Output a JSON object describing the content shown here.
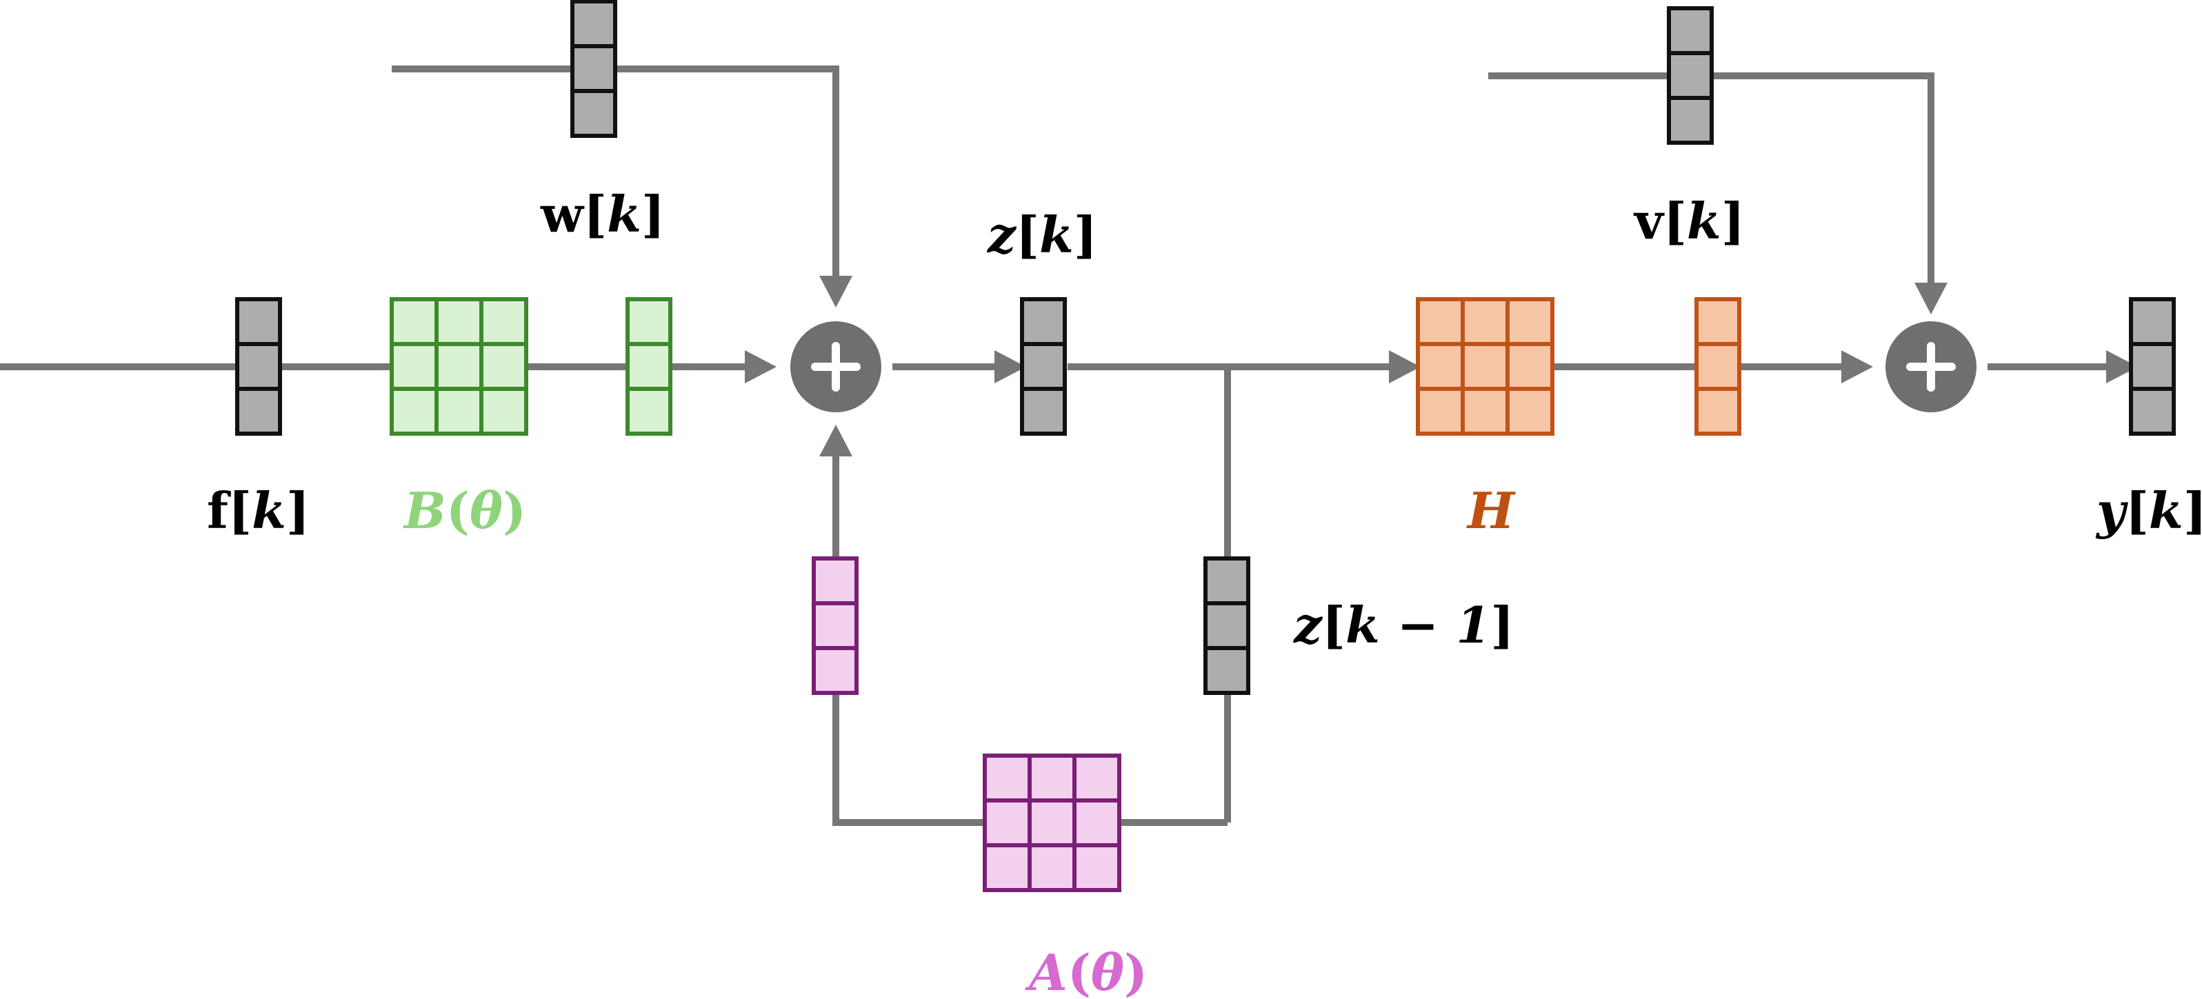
{
  "colors": {
    "wire": "#767676",
    "summer": "#6f6f6f",
    "vector_gray_fill": "#adadad",
    "vector_gray_stroke": "#111111",
    "green_fill": "#d9f2d3",
    "green_stroke": "#3d8a2a",
    "green_label": "#8fd47c",
    "orange_fill": "#f6c5a6",
    "orange_stroke": "#c05418",
    "orange_label": "#c0500f",
    "purple_fill": "#f2d0ee",
    "purple_stroke": "#7a1f76",
    "purple_label": "#d56ad1"
  },
  "labels": {
    "w": {
      "sym": "w",
      "open": "[",
      "arg": "k",
      "close": "]"
    },
    "z": {
      "sym": "z",
      "open": "[",
      "arg": "k",
      "close": "]"
    },
    "v": {
      "sym": "v",
      "open": "[",
      "arg": "k",
      "close": "]"
    },
    "f": {
      "sym": "f",
      "open": "[",
      "arg": "k",
      "close": "]"
    },
    "B": {
      "sym": "B",
      "open": "(",
      "arg": "θ",
      "close": ")"
    },
    "H": {
      "sym": "H"
    },
    "y": {
      "sym": "y",
      "open": "[",
      "arg": "k",
      "close": "]"
    },
    "zprev": {
      "sym": "z",
      "open": "[",
      "arg": "k − 1",
      "close": "]"
    },
    "A": {
      "sym": "A",
      "open": "(",
      "arg": "θ",
      "close": ")"
    }
  }
}
